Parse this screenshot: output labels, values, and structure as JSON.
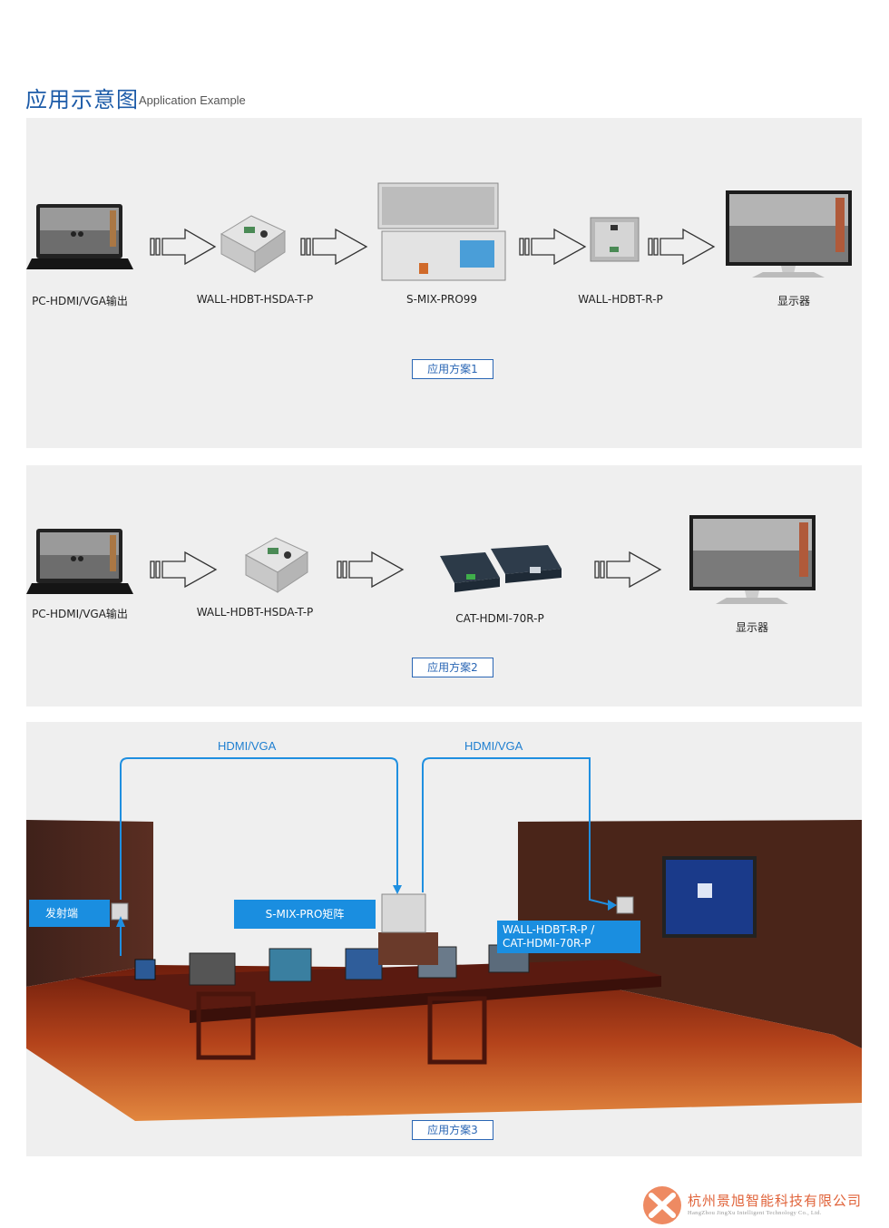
{
  "header": {
    "title_cn": "应用示意图",
    "title_en": "Application Example"
  },
  "scheme1": {
    "items": [
      "PC-HDMI/VGA输出",
      "WALL-HDBT-HSDA-T-P",
      "S-MIX-PRO99",
      "WALL-HDBT-R-P",
      "显示器"
    ],
    "tag": "应用方案1"
  },
  "scheme2": {
    "items": [
      "PC-HDMI/VGA输出",
      "WALL-HDBT-HSDA-T-P",
      "CAT-HDMI-70R-P",
      "显示器"
    ],
    "tag": "应用方案2"
  },
  "scheme3": {
    "link_left": "HDMI/VGA",
    "link_right": "HDMI/VGA",
    "transmitter": "发射端",
    "matrix": "S-MIX-PRO矩阵",
    "receiver_line1": "WALL-HDBT-R-P /",
    "receiver_line2": "CAT-HDMI-70R-P",
    "tag": "应用方案3"
  },
  "footer": {
    "company_cn": "杭州景旭智能科技有限公司",
    "company_en": "HangZhou JingXu Intelligent Technology Co., Ltd."
  },
  "colors": {
    "accent_blue": "#1f7fd0",
    "title_blue": "#1c5ba8",
    "logo_orange": "#e0633a"
  }
}
